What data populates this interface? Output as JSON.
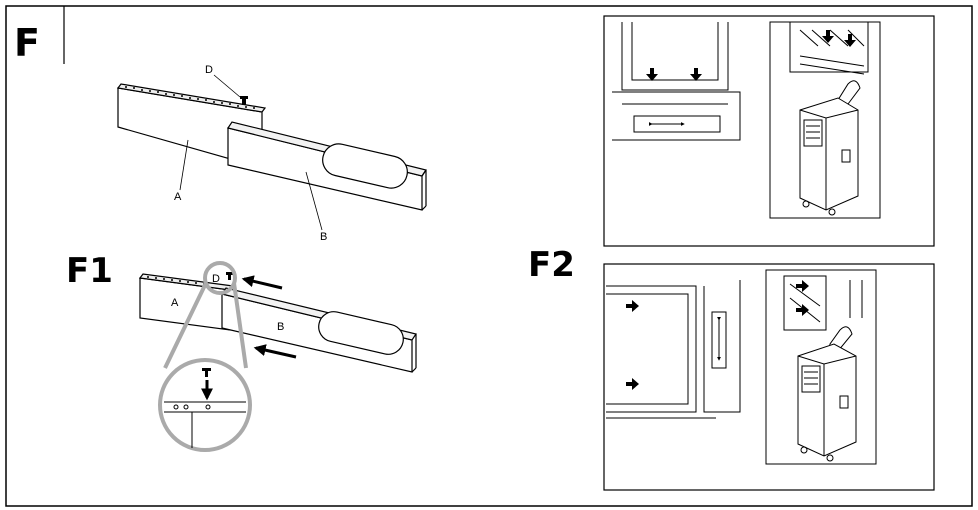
{
  "figure": {
    "section_label": "F",
    "sub_labels": {
      "f1": "F1",
      "f2": "F2"
    }
  },
  "part_labels": {
    "a": "A",
    "b": "B",
    "d": "D"
  }
}
